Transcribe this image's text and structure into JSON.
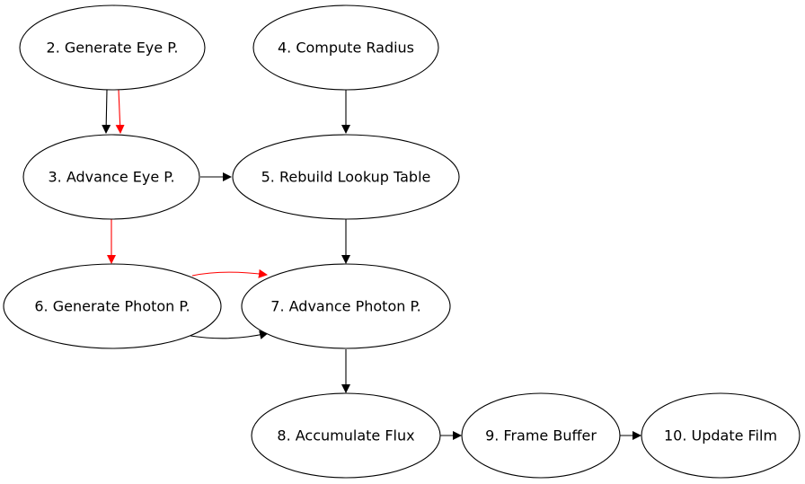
{
  "nodes": {
    "n2": "2. Generate Eye P.",
    "n3": "3. Advance Eye P.",
    "n4": "4. Compute Radius",
    "n5": "5. Rebuild Lookup Table",
    "n6": "6. Generate Photon P.",
    "n7": "7. Advance Photon P.",
    "n8": "8. Accumulate Flux",
    "n9": "9. Frame Buffer",
    "n10": "10. Update Film"
  },
  "edges": [
    {
      "from": "n2",
      "to": "n3",
      "color": "#000000"
    },
    {
      "from": "n2",
      "to": "n3",
      "color": "#ff0000"
    },
    {
      "from": "n3",
      "to": "n5",
      "color": "#000000"
    },
    {
      "from": "n4",
      "to": "n5",
      "color": "#000000"
    },
    {
      "from": "n3",
      "to": "n6",
      "color": "#ff0000"
    },
    {
      "from": "n5",
      "to": "n7",
      "color": "#000000"
    },
    {
      "from": "n6",
      "to": "n7",
      "color": "#ff0000"
    },
    {
      "from": "n6",
      "to": "n7",
      "color": "#000000"
    },
    {
      "from": "n7",
      "to": "n8",
      "color": "#000000"
    },
    {
      "from": "n8",
      "to": "n9",
      "color": "#000000"
    },
    {
      "from": "n9",
      "to": "n10",
      "color": "#000000"
    }
  ]
}
